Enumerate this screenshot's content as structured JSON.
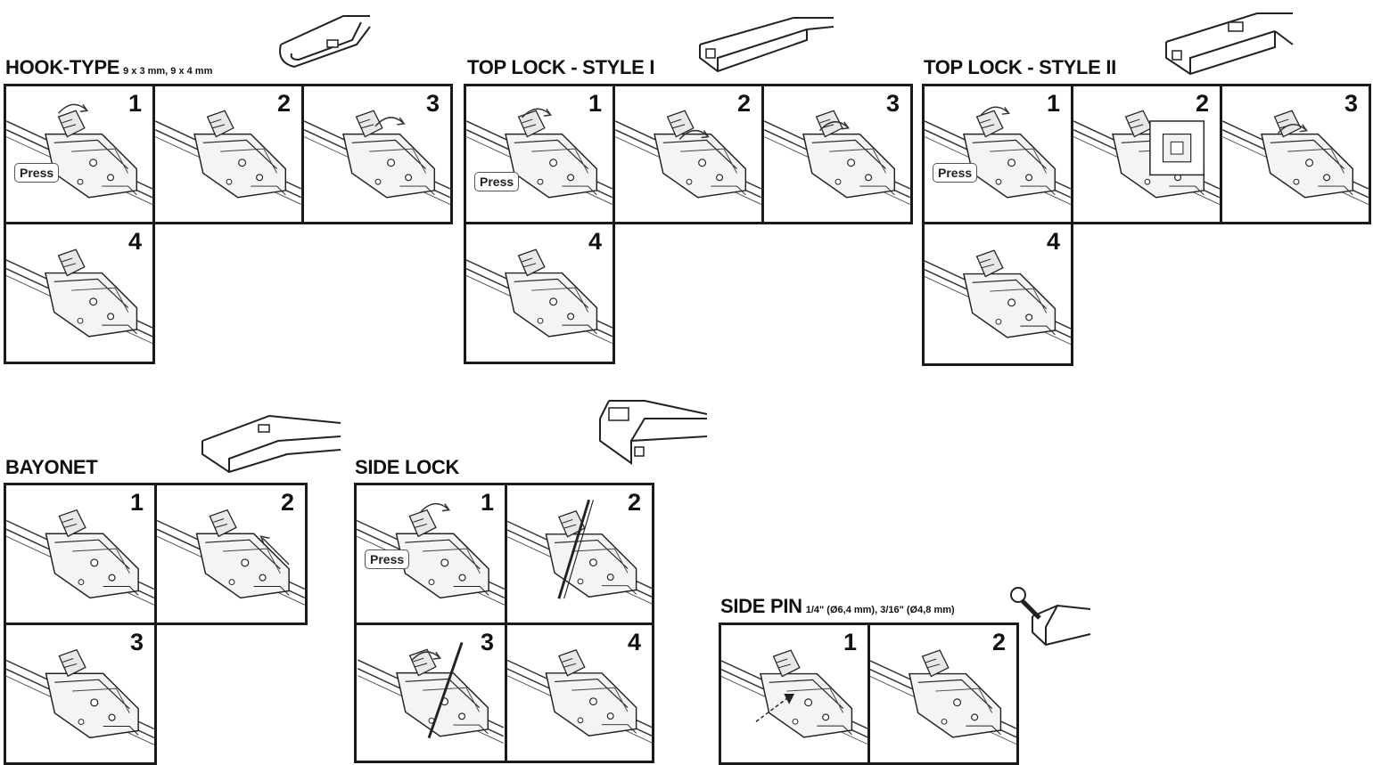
{
  "sections": {
    "hook": {
      "title": "HOOK-TYPE",
      "subtitle": "9 x 3 mm, 9 x 4 mm",
      "connector_icon": "hook-connector-icon"
    },
    "toplock1": {
      "title": "TOP LOCK - STYLE I",
      "subtitle": "",
      "connector_icon": "top-lock-connector-icon"
    },
    "toplock2": {
      "title": "TOP LOCK - STYLE II",
      "subtitle": "",
      "connector_icon": "top-lock-2-connector-icon"
    },
    "bayonet": {
      "title": "BAYONET",
      "subtitle": "",
      "connector_icon": "bayonet-connector-icon"
    },
    "sidelock": {
      "title": "SIDE LOCK",
      "subtitle": "",
      "connector_icon": "side-lock-connector-icon"
    },
    "sidepin": {
      "title": "SIDE PIN",
      "subtitle": "1/4\" (Ø6,4 mm), 3/16\" (Ø4,8 mm)",
      "connector_icon": "side-pin-connector-icon"
    }
  },
  "steps": {
    "s1": "1",
    "s2": "2",
    "s3": "3",
    "s4": "4"
  },
  "press_label": "Press",
  "colors": {
    "border": "#1a1a1a",
    "line": "#333333",
    "background": "#ffffff"
  }
}
